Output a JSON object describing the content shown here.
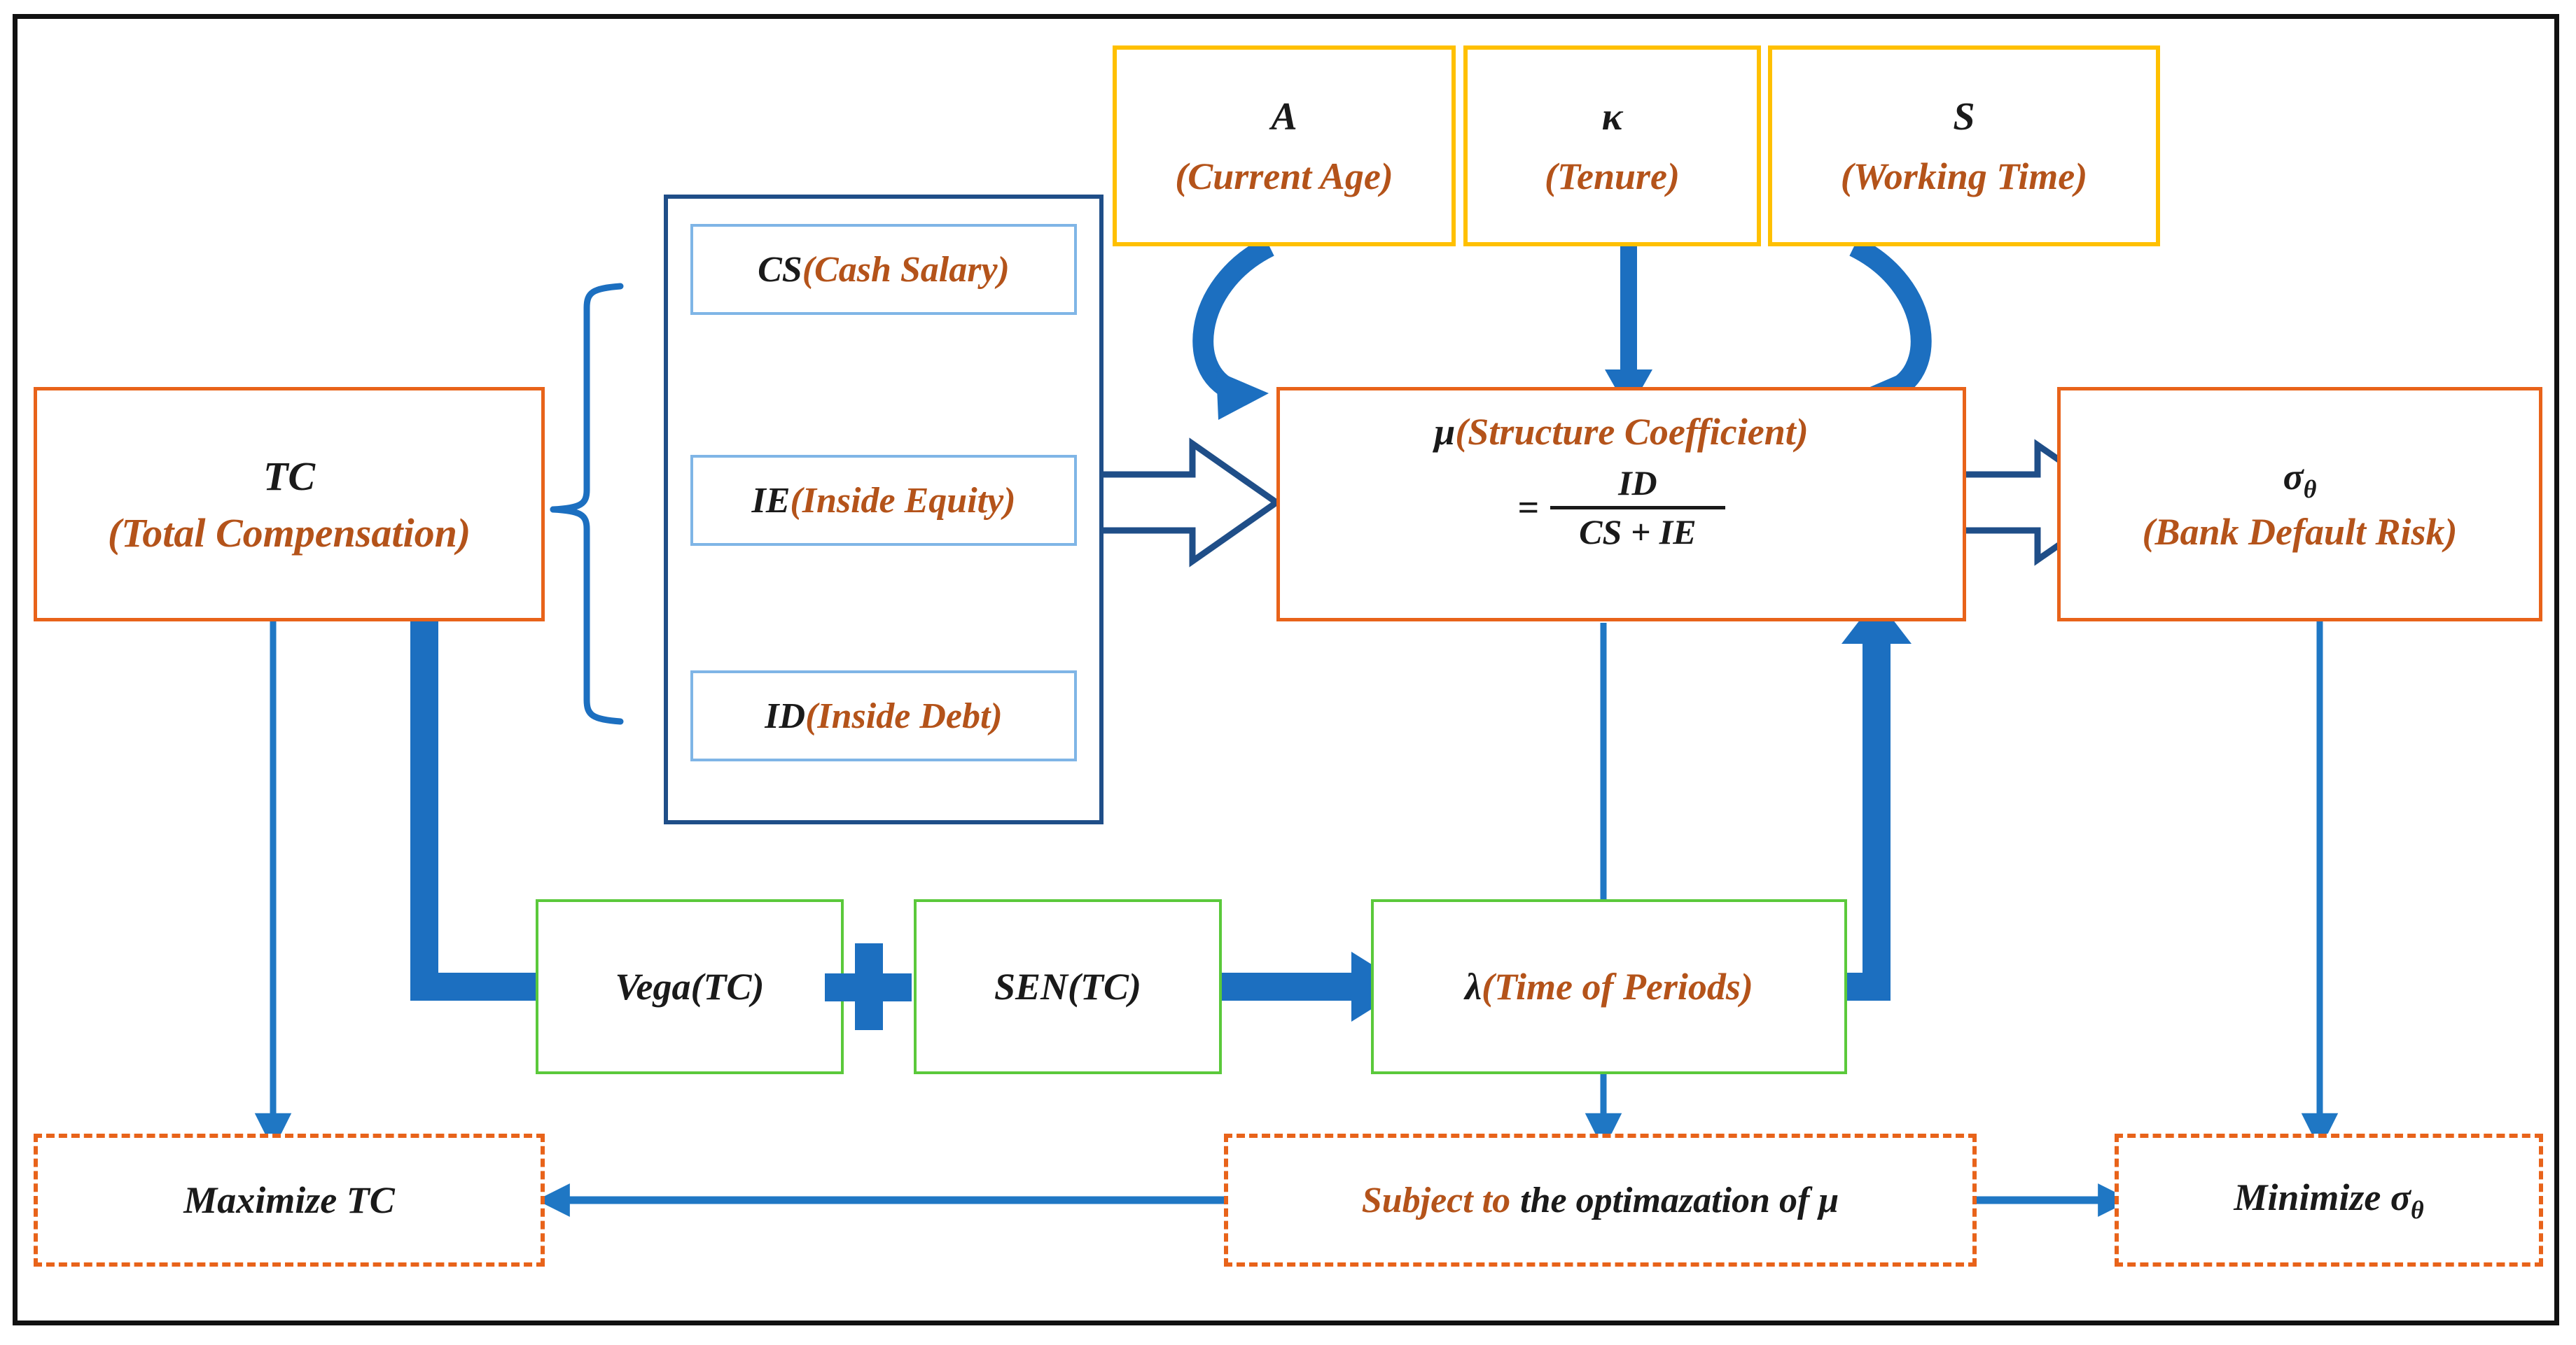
{
  "diagram": {
    "title_present": false,
    "colors": {
      "frame": "#111111",
      "orange_border": "#e8631a",
      "yellow_border": "#ffc000",
      "light_blue_border": "#7fb5e6",
      "green_border": "#5bc93b",
      "navy_border": "#1f4e88",
      "arrow_blue": "#1f77c4",
      "text_brown": "#b4531a",
      "text_dark": "#1a1a1a"
    },
    "nodes": {
      "total_compensation": {
        "symbol": "TC",
        "description": "(Total Compensation)"
      },
      "cash_salary": {
        "symbol": "CS",
        "description": "(Cash Salary)"
      },
      "inside_equity": {
        "symbol": "IE",
        "description": "(Inside Equity)"
      },
      "inside_debt": {
        "symbol": "ID",
        "description": "(Inside Debt)"
      },
      "current_age": {
        "symbol": "A",
        "description": "(Current Age)"
      },
      "tenure": {
        "symbol": "κ",
        "description": "(Tenure)"
      },
      "working_time": {
        "symbol": "S",
        "description": "(Working Time)"
      },
      "structure_coefficient": {
        "symbol": "μ",
        "description": "(Structure Coefficient)",
        "formula_equals": "=",
        "formula_numerator": "ID",
        "formula_denominator": "CS + IE"
      },
      "bank_default_risk": {
        "symbol": "σ",
        "subscript": "θ",
        "description": "(Bank Default Risk)"
      },
      "vega": {
        "label": "Vega(TC)"
      },
      "plus_operator": {
        "label": "+"
      },
      "sen": {
        "label": "SEN(TC)"
      },
      "lambda_periods": {
        "symbol": "λ",
        "description": "(Time of Periods)"
      },
      "maximize_tc": {
        "label": "Maximize TC"
      },
      "subject_to": {
        "label_brown": "Subject to",
        "label_dark": "the optimazation of μ"
      },
      "minimize_sigma": {
        "label": "Minimize σ",
        "subscript": "θ"
      }
    }
  }
}
